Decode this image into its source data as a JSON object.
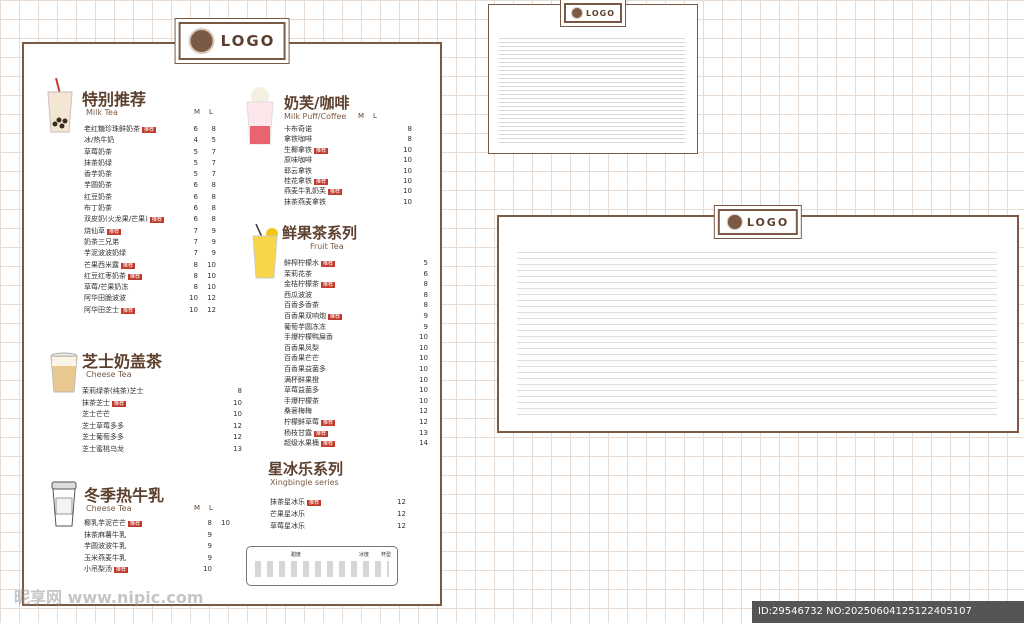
{
  "logo_text": "LOGO",
  "sizes": {
    "m": "M",
    "l": "L"
  },
  "tag": "推荐",
  "sections": {
    "special": {
      "title": "特别推荐",
      "sub": "Milk Tea",
      "items": [
        {
          "name": "老红糖珍珠鲜奶茶",
          "tag": true,
          "m": "6",
          "l": "8"
        },
        {
          "name": "冰/热牛奶",
          "tag": false,
          "m": "4",
          "l": "5"
        },
        {
          "name": "草莓奶茶",
          "tag": false,
          "m": "5",
          "l": "7"
        },
        {
          "name": "抹茶奶绿",
          "tag": false,
          "m": "5",
          "l": "7"
        },
        {
          "name": "香芋奶茶",
          "tag": false,
          "m": "5",
          "l": "7"
        },
        {
          "name": "芋圆奶茶",
          "tag": false,
          "m": "6",
          "l": "8"
        },
        {
          "name": "红豆奶茶",
          "tag": false,
          "m": "6",
          "l": "8"
        },
        {
          "name": "布丁奶茶",
          "tag": false,
          "m": "6",
          "l": "8"
        },
        {
          "name": "双皮奶(火龙果/芒果)",
          "tag": true,
          "m": "6",
          "l": "8"
        },
        {
          "name": "烧仙草",
          "tag": true,
          "m": "7",
          "l": "9"
        },
        {
          "name": "奶茶三兄弟",
          "tag": false,
          "m": "7",
          "l": "9"
        },
        {
          "name": "芋泥波波奶绿",
          "tag": false,
          "m": "7",
          "l": "9"
        },
        {
          "name": "芒果西米露",
          "tag": true,
          "m": "8",
          "l": "10"
        },
        {
          "name": "红豆红枣奶茶",
          "tag": true,
          "m": "8",
          "l": "10"
        },
        {
          "name": "草莓/芒果奶冻",
          "tag": false,
          "m": "8",
          "l": "10"
        },
        {
          "name": "阿华田脆波波",
          "tag": false,
          "m": "10",
          "l": "12"
        },
        {
          "name": "阿华田芝士",
          "tag": true,
          "m": "10",
          "l": "12"
        }
      ]
    },
    "cheese": {
      "title": "芝士奶盖茶",
      "sub": "Cheese Tea",
      "items": [
        {
          "name": "茉莉绿茶(纯茶)芝士",
          "tag": false,
          "m": "",
          "l": "8"
        },
        {
          "name": "抹茶芝士",
          "tag": true,
          "m": "",
          "l": "10"
        },
        {
          "name": "芝士芒芒",
          "tag": false,
          "m": "",
          "l": "10"
        },
        {
          "name": "芝士草莓多多",
          "tag": false,
          "m": "",
          "l": "12"
        },
        {
          "name": "芝士葡萄多多",
          "tag": false,
          "m": "",
          "l": "12"
        },
        {
          "name": "芝士蜜桃乌龙",
          "tag": false,
          "m": "",
          "l": "13"
        }
      ]
    },
    "winter": {
      "title": "冬季热牛乳",
      "sub": "Cheese Tea",
      "items": [
        {
          "name": "椰乳芋泥芒芒",
          "tag": true,
          "m": "8",
          "l": "10"
        },
        {
          "name": "抹茶麻薯牛乳",
          "tag": false,
          "m": "9",
          "l": ""
        },
        {
          "name": "芋圆波波牛乳",
          "tag": false,
          "m": "9",
          "l": ""
        },
        {
          "name": "玉米燕麦牛乳",
          "tag": false,
          "m": "9",
          "l": ""
        },
        {
          "name": "小吊梨汤",
          "tag": true,
          "m": "10",
          "l": ""
        }
      ]
    },
    "puff": {
      "title": "奶芙/咖啡",
      "sub": "Milk Puff/Coffee",
      "items": [
        {
          "name": "卡布奇诺",
          "tag": false,
          "m": "",
          "l": "8"
        },
        {
          "name": "拿铁咖啡",
          "tag": false,
          "m": "",
          "l": "8"
        },
        {
          "name": "生椰拿铁",
          "tag": true,
          "m": "",
          "l": "10"
        },
        {
          "name": "原味咖啡",
          "tag": false,
          "m": "",
          "l": "10"
        },
        {
          "name": "耶云拿铁",
          "tag": false,
          "m": "",
          "l": "10"
        },
        {
          "name": "桂花拿铁",
          "tag": true,
          "m": "",
          "l": "10"
        },
        {
          "name": "燕麦牛乳奶芙",
          "tag": true,
          "m": "",
          "l": "10"
        },
        {
          "name": "抹茶燕麦拿铁",
          "tag": false,
          "m": "",
          "l": "10"
        }
      ]
    },
    "fruit": {
      "title": "鲜果茶系列",
      "sub": "Fruit Tea",
      "items": [
        {
          "name": "鲜榨柠檬水",
          "tag": true,
          "m": "",
          "l": "5"
        },
        {
          "name": "茉莉花茶",
          "tag": false,
          "m": "",
          "l": "6"
        },
        {
          "name": "金桔柠檬茶",
          "tag": true,
          "m": "",
          "l": "8"
        },
        {
          "name": "西瓜波波",
          "tag": false,
          "m": "",
          "l": "8"
        },
        {
          "name": "百香多香茶",
          "tag": false,
          "m": "",
          "l": "8"
        },
        {
          "name": "百香果双响炮",
          "tag": true,
          "m": "",
          "l": "9"
        },
        {
          "name": "葡萄芋圆冻冻",
          "tag": false,
          "m": "",
          "l": "9"
        },
        {
          "name": "手爆柠檬鸭屎香",
          "tag": false,
          "m": "",
          "l": "10"
        },
        {
          "name": "百香果凤梨",
          "tag": false,
          "m": "",
          "l": "10"
        },
        {
          "name": "百香果芒芒",
          "tag": false,
          "m": "",
          "l": "10"
        },
        {
          "name": "百香果益菌多",
          "tag": false,
          "m": "",
          "l": "10"
        },
        {
          "name": "满杯鲜果橙",
          "tag": false,
          "m": "",
          "l": "10"
        },
        {
          "name": "草莓益菌多",
          "tag": false,
          "m": "",
          "l": "10"
        },
        {
          "name": "手爆柠檬茶",
          "tag": false,
          "m": "",
          "l": "10"
        },
        {
          "name": "桑葚梅梅",
          "tag": false,
          "m": "",
          "l": "12"
        },
        {
          "name": "柠檬鲜草莓",
          "tag": true,
          "m": "",
          "l": "12"
        },
        {
          "name": "杨枝甘露",
          "tag": true,
          "m": "",
          "l": "13"
        },
        {
          "name": "超级水果桶",
          "tag": true,
          "m": "",
          "l": "14"
        }
      ]
    },
    "xingbingle": {
      "title": "星冰乐系列",
      "sub": "Xingbingle series",
      "items": [
        {
          "name": "抹茶星冰乐",
          "tag": true,
          "m": "",
          "l": "12"
        },
        {
          "name": "芒果星冰乐",
          "tag": false,
          "m": "",
          "l": "12"
        },
        {
          "name": "草莓星冰乐",
          "tag": false,
          "m": "",
          "l": "12"
        }
      ]
    }
  },
  "legend": {
    "sweet": "甜度",
    "ice": "冰度",
    "cup": "杯型"
  },
  "watermark": "昵享网 www.nipic.com",
  "id_text": "ID:29546732 NO:20250604125122405107",
  "colors": {
    "accent": "#5c3f2c",
    "tag": "#c23a2b",
    "border": "#7a5a45"
  }
}
